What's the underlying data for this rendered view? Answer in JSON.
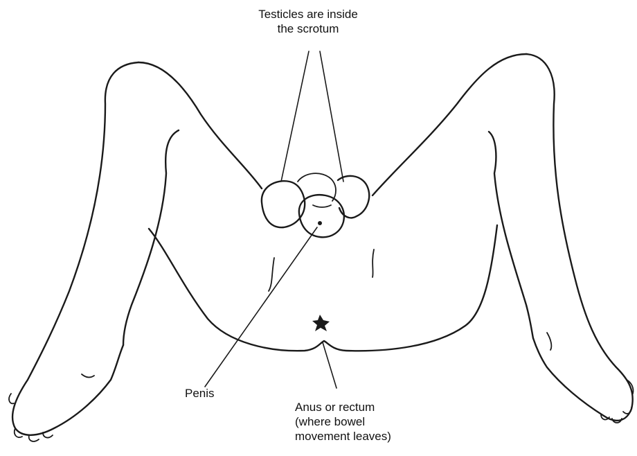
{
  "labels": {
    "testicles": {
      "line1": "Testicles are inside",
      "line2": "the scrotum"
    },
    "penis": {
      "line1": "Penis"
    },
    "anus": {
      "line1": "Anus or rectum",
      "line2": "(where bowel",
      "line3": "movement leaves)"
    }
  },
  "colors": {
    "ink": "#1a1a1a",
    "background": "#ffffff"
  }
}
